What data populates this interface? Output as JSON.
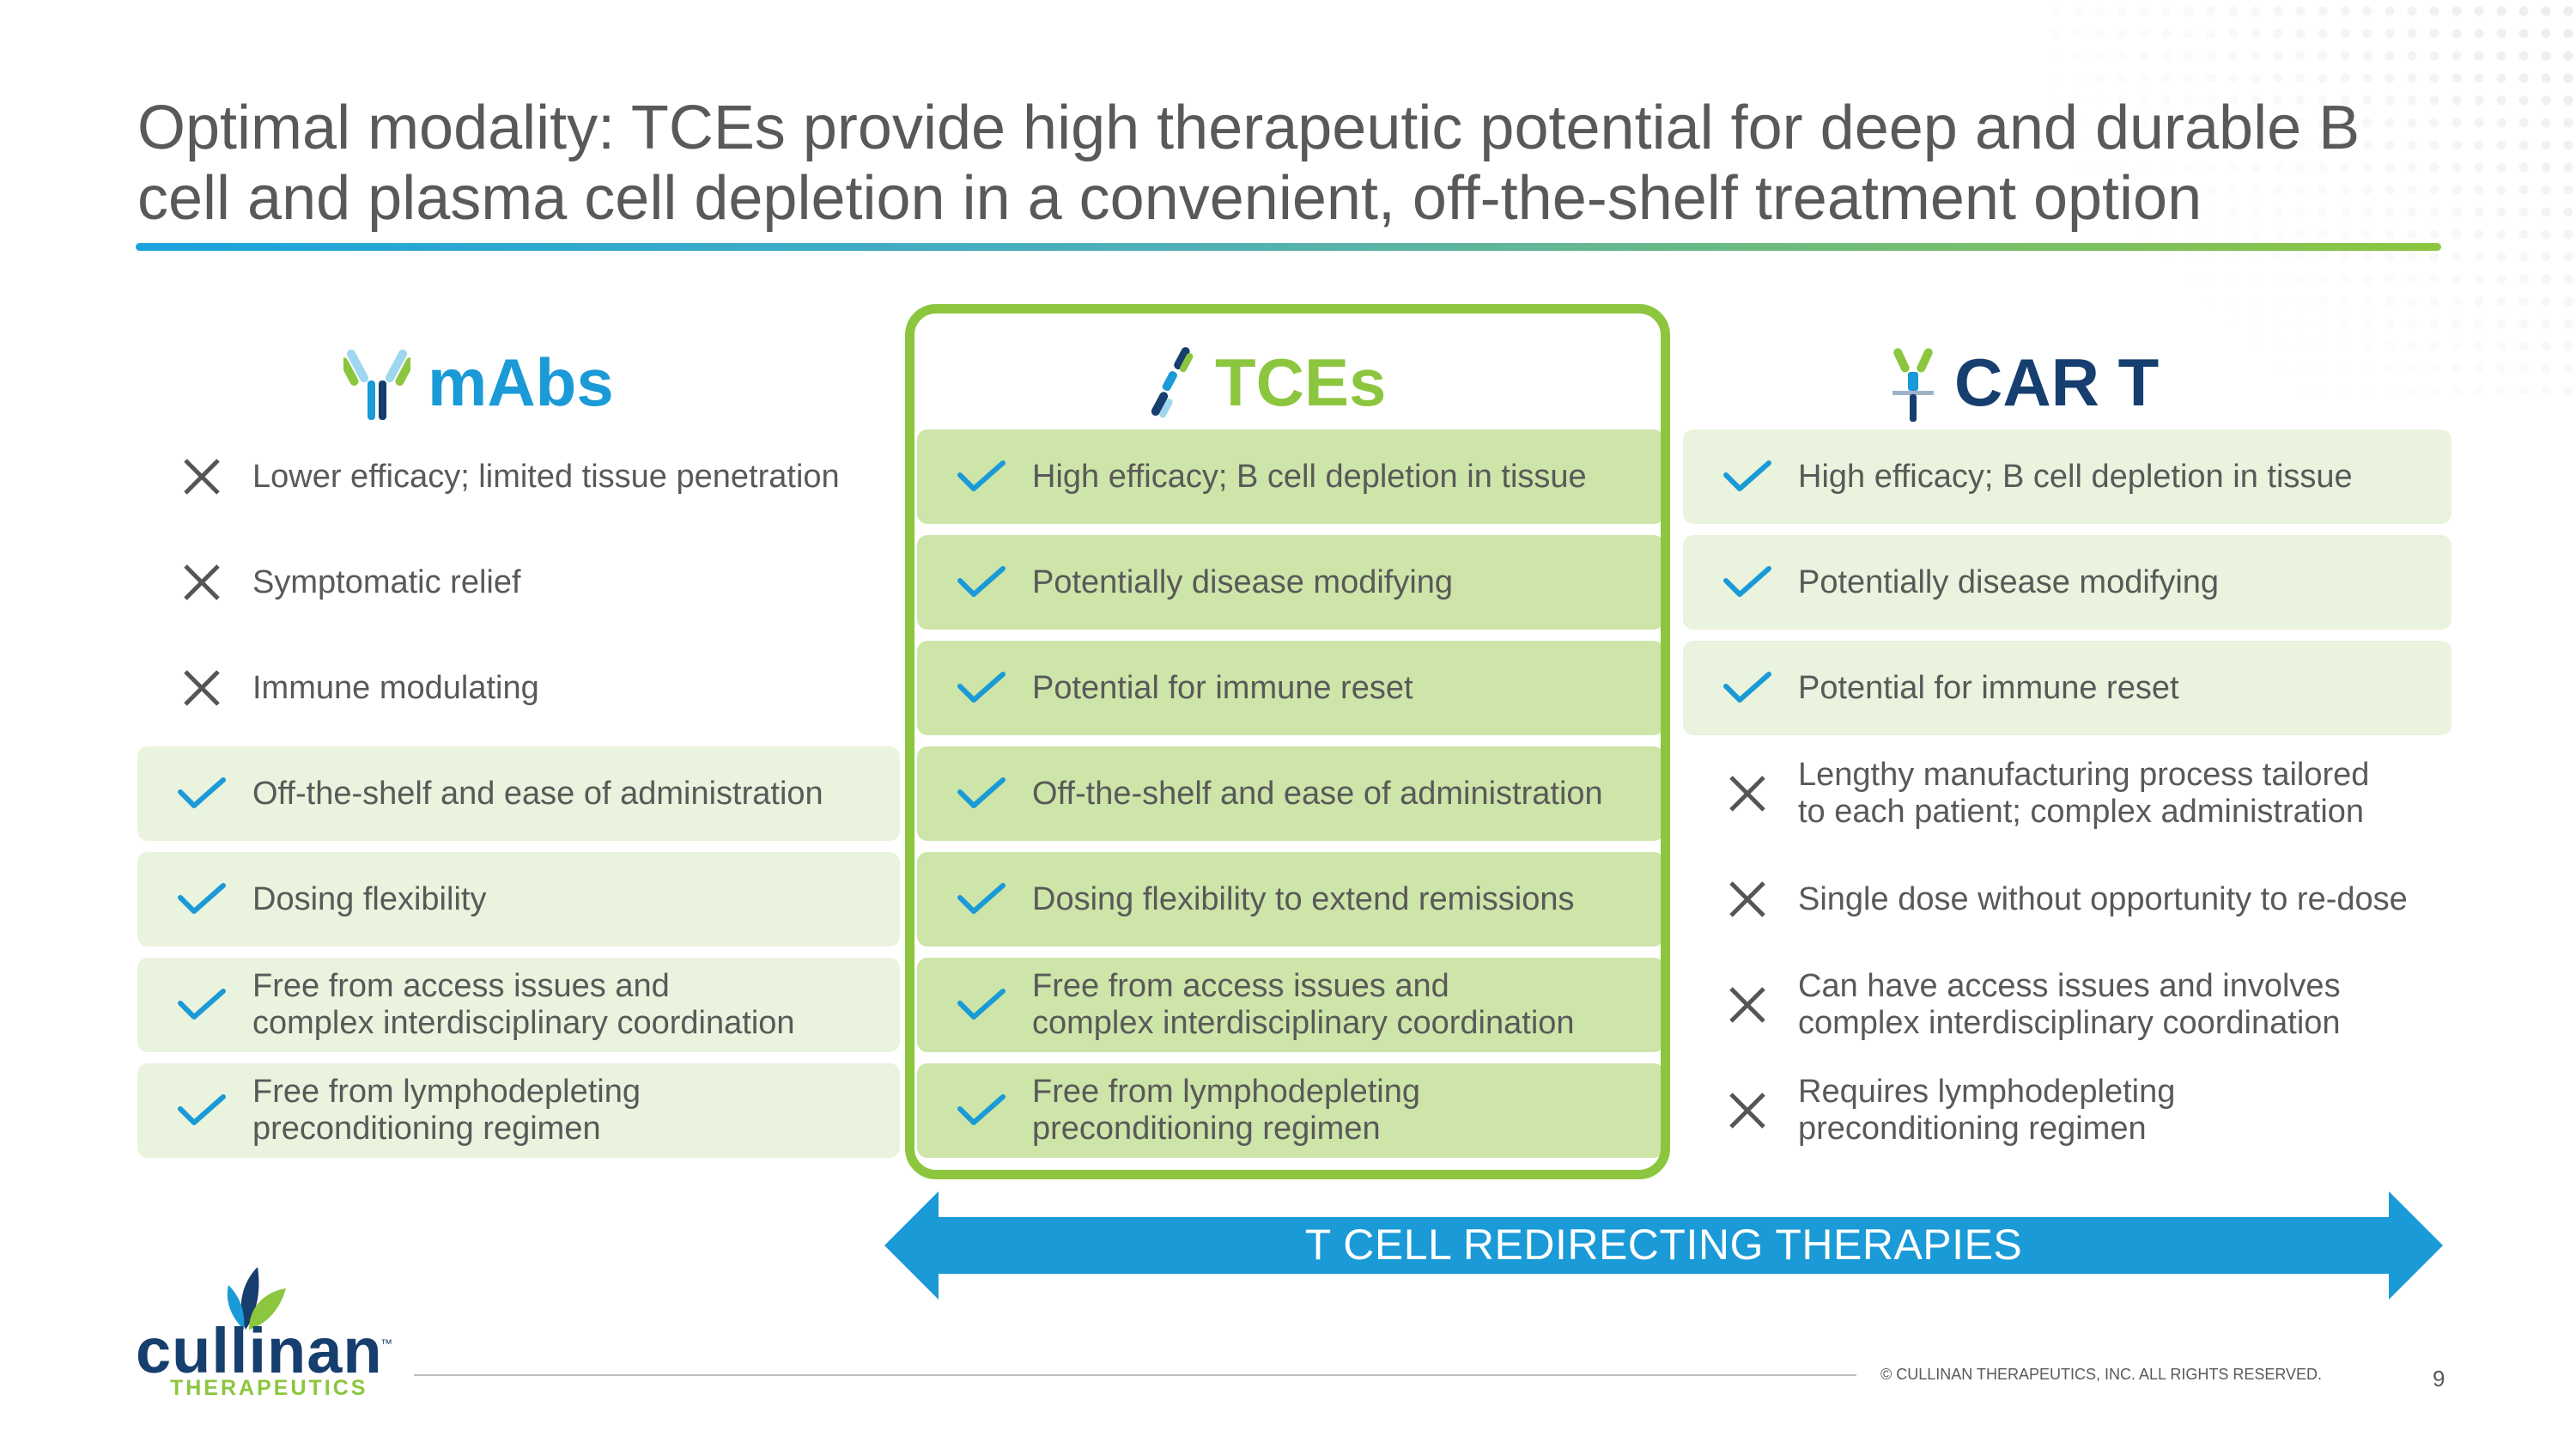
{
  "title": "Optimal modality: TCEs provide high therapeutic potential for deep and durable B cell and plasma cell depletion in a convenient, off-the-shelf treatment option",
  "colors": {
    "blue": "#1a9ad6",
    "green": "#8cc63f",
    "navy": "#163e6e",
    "row_light": "#eaf3dd",
    "row_mid": "#cde5a9"
  },
  "columns": {
    "mabs": {
      "heading": "mAbs",
      "icon": "antibody-icon",
      "rows": [
        {
          "mark": "cross",
          "text": "Lower efficacy; limited tissue penetration"
        },
        {
          "mark": "cross",
          "text": "Symptomatic relief"
        },
        {
          "mark": "cross",
          "text": "Immune modulating"
        },
        {
          "mark": "check",
          "text": "Off-the-shelf and ease of administration"
        },
        {
          "mark": "check",
          "text": "Dosing flexibility"
        },
        {
          "mark": "check",
          "text": "Free from access issues and\ncomplex interdisciplinary coordination"
        },
        {
          "mark": "check",
          "text": "Free from lymphodepleting\npreconditioning regimen"
        }
      ]
    },
    "tces": {
      "heading": "TCEs",
      "icon": "t-cell-engager-icon",
      "rows": [
        {
          "mark": "check",
          "text": "High efficacy; B cell depletion in tissue"
        },
        {
          "mark": "check",
          "text": "Potentially disease modifying"
        },
        {
          "mark": "check",
          "text": "Potential for immune reset"
        },
        {
          "mark": "check",
          "text": "Off-the-shelf and ease of administration"
        },
        {
          "mark": "check",
          "text": "Dosing flexibility to extend remissions"
        },
        {
          "mark": "check",
          "text": "Free from access issues and\ncomplex interdisciplinary coordination"
        },
        {
          "mark": "check",
          "text": "Free from lymphodepleting\npreconditioning regimen"
        }
      ]
    },
    "cart": {
      "heading": "CAR T",
      "icon": "car-t-receptor-icon",
      "rows": [
        {
          "mark": "check",
          "text": "High efficacy; B cell depletion in tissue"
        },
        {
          "mark": "check",
          "text": "Potentially disease modifying"
        },
        {
          "mark": "check",
          "text": "Potential for immune reset"
        },
        {
          "mark": "cross",
          "text": "Lengthy manufacturing process tailored\nto each patient; complex administration"
        },
        {
          "mark": "cross",
          "text": "Single dose without opportunity to re-dose"
        },
        {
          "mark": "cross",
          "text": "Can have access issues and involves\ncomplex interdisciplinary coordination"
        },
        {
          "mark": "cross",
          "text": "Requires lymphodepleting\npreconditioning regimen"
        }
      ]
    }
  },
  "arrow_label": "T CELL REDIRECTING THERAPIES",
  "logo": {
    "name": "cullinan",
    "sub": "THERAPEUTICS",
    "tm": "™"
  },
  "footer": {
    "copyright": "© CULLINAN THERAPEUTICS, INC. ALL RIGHTS RESERVED.",
    "page_number": "9"
  }
}
